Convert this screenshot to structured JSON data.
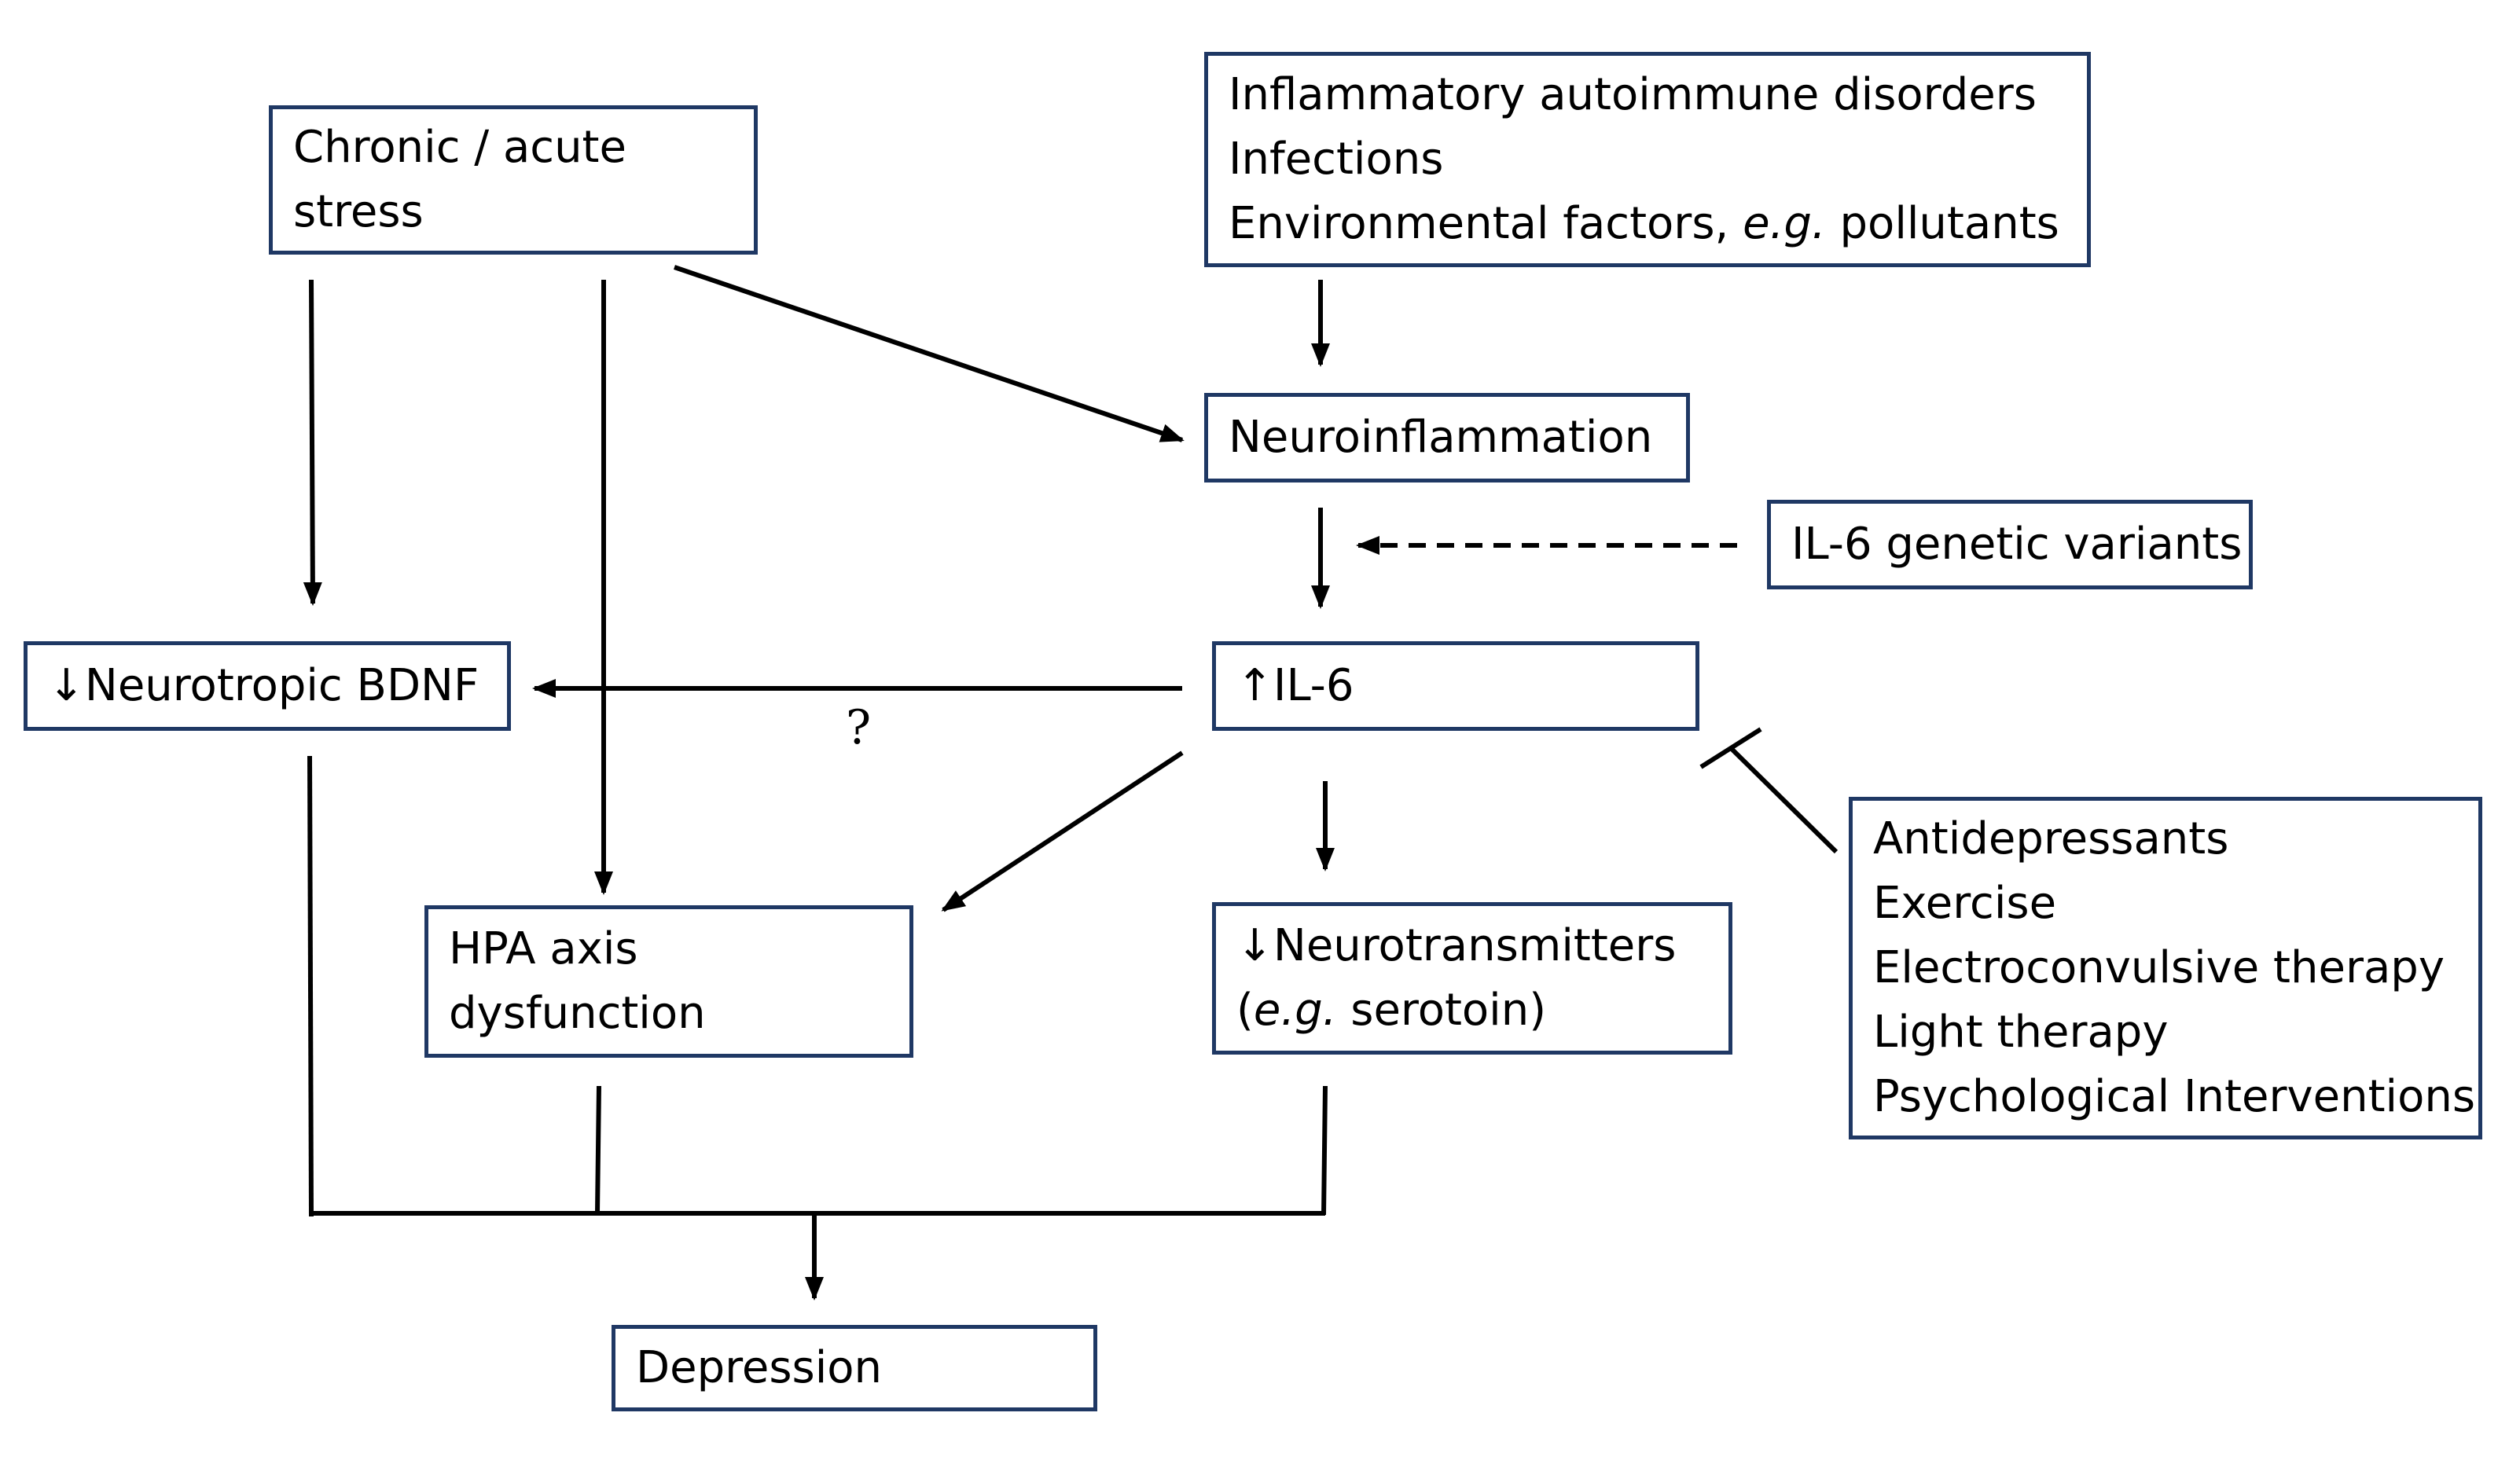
{
  "diagram": {
    "nodes": {
      "stress": {
        "lines": [
          "Chronic / acute",
          "stress"
        ]
      },
      "factors": {
        "line1": "Inflammatory autoimmune disorders",
        "line2": "Infections",
        "line3_prefix": "Environmental factors, ",
        "line3_italic": "e.g.",
        "line3_suffix": " pollutants"
      },
      "neuroinflammation": {
        "label": "Neuroinflammation"
      },
      "il6_genetic": {
        "label": "IL-6 genetic variants"
      },
      "bdnf": {
        "label": "↓Neurotropic BDNF"
      },
      "il6": {
        "label": "↑IL-6"
      },
      "hpa": {
        "lines": [
          "HPA axis",
          "dysfunction"
        ]
      },
      "neurotransmitters": {
        "line1": "↓Neurotransmitters",
        "line2_open": "(",
        "line2_italic": "e.g.",
        "line2_rest": " serotoin)"
      },
      "treatments": {
        "items": [
          "Antidepressants",
          "Exercise",
          "Electroconvulsive therapy",
          "Light therapy",
          "Psychological Interventions"
        ]
      },
      "depression": {
        "label": "Depression"
      }
    },
    "edge_label_question": "?",
    "colors": {
      "box_border": "#1f3864",
      "arrow": "#000000",
      "text": "#000000",
      "background": "#ffffff"
    }
  }
}
